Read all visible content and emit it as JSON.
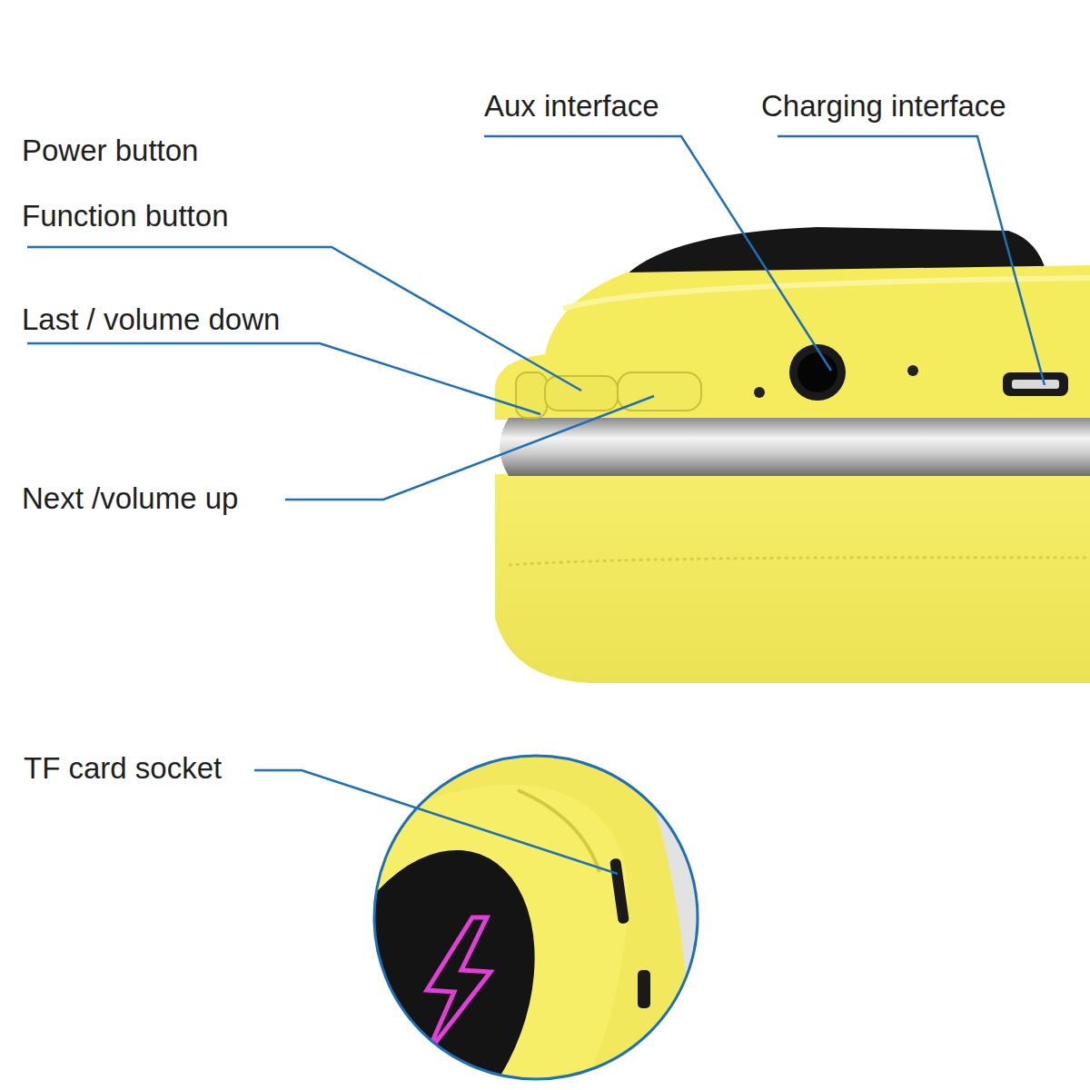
{
  "diagram": {
    "labels": [
      "Power button",
      "Function button",
      "Last / volume down",
      "Next /volume up",
      "Aux interface",
      "Charging interface",
      "TF card socket"
    ]
  }
}
